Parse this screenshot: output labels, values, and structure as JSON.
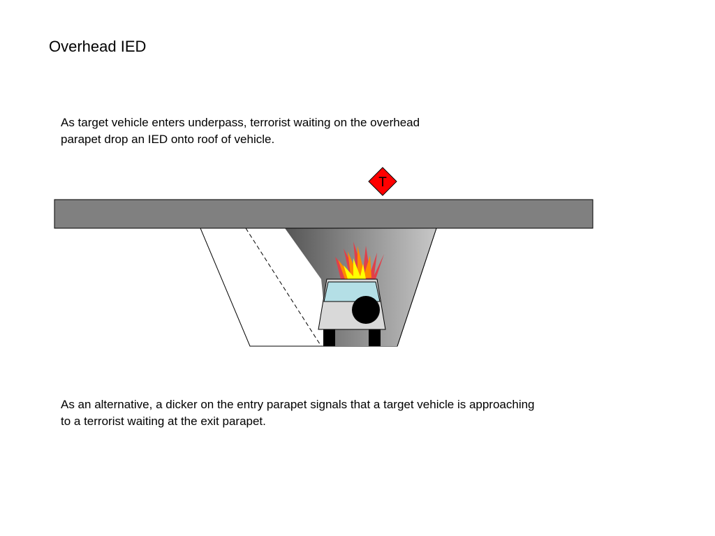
{
  "slide": {
    "title": "Overhead IED",
    "caption_top": "As target vehicle enters underpass, terrorist waiting on the overhead parapet drop an IED onto roof of vehicle.",
    "caption_bottom": "As an alternative, a dicker on the entry parapet signals that a target vehicle is approaching to a terrorist waiting at the exit parapet."
  },
  "diagram": {
    "terrorist_marker": {
      "label": "T",
      "fill": "#ff0000"
    },
    "colors": {
      "bridge": "#808080",
      "shadow_dark": "#555555",
      "shadow_light": "#c8c8c8",
      "car_body": "#d9d9d9",
      "windshield": "#b4dfe6",
      "tyre": "#000000",
      "flame_red": "#e0404a",
      "flame_orange": "#ff8a00",
      "flame_yellow": "#ffff00"
    }
  }
}
